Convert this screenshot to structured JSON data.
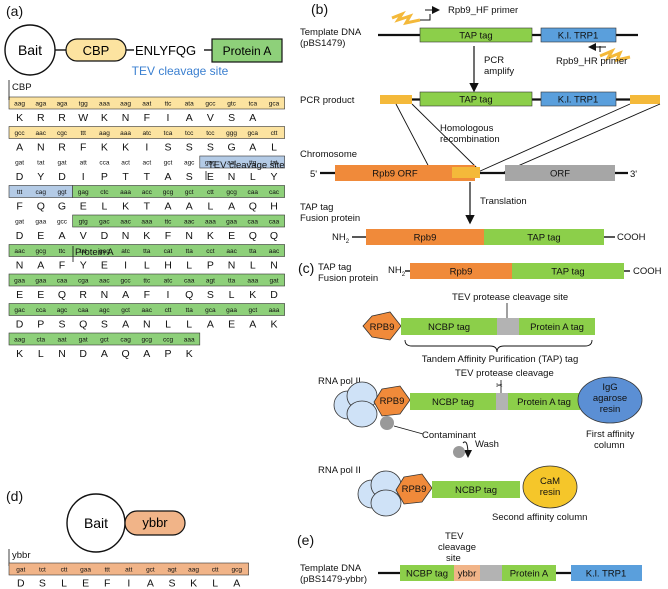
{
  "colors": {
    "cbp": "#fce3a0",
    "protein_a": "#8ed07a",
    "tev_site": "#b4cbe6",
    "tap_tag": "#8ccf4a",
    "kl_trp1": "#5a9fdc",
    "rpb9": "#f08a3a",
    "ybbr": "#f1b488",
    "primer": "#f4b93a",
    "igg": "#5b8fd4",
    "cam": "#f5c62a",
    "rnapol": "#cfe2f7",
    "tev_text": "#3a7fd0"
  },
  "panel_a": {
    "label": "(a)",
    "bait": "Bait",
    "cbp": "CBP",
    "linker": "ENLYFQG",
    "protein_a": "Protein A",
    "tev_caption": "TEV cleavage site",
    "cbp_tag": "CBP",
    "tev_tag": "TEV cleavage site",
    "protein_a_tag": "Protein A",
    "rows": [
      {
        "codons": [
          "aag",
          "aga",
          "aga",
          "tgg",
          "aaa",
          "aag",
          "aat",
          "ttc",
          "ata",
          "gcc",
          "gtc",
          "tca",
          "gca"
        ],
        "aa": [
          "K",
          "R",
          "R",
          "W",
          "K",
          "N",
          "F",
          "I",
          "A",
          "V",
          "S",
          "A"
        ]
      },
      {
        "codons": [
          "gcc",
          "aac",
          "cgc",
          "ttt",
          "aag",
          "aaa",
          "atc",
          "tca",
          "tcc",
          "tcc",
          "ggg",
          "gca",
          "ctt"
        ],
        "aa": [
          "A",
          "N",
          "R",
          "F",
          "K",
          "K",
          "I",
          "S",
          "S",
          "S",
          "G",
          "A",
          "L"
        ]
      },
      {
        "codons": [
          "gat",
          "tat",
          "gat",
          "att",
          "cca",
          "act",
          "act",
          "gct",
          "agc",
          "gag",
          "aat",
          "ttg",
          "tat"
        ],
        "aa": [
          "D",
          "Y",
          "D",
          "I",
          "P",
          "T",
          "T",
          "A",
          "S",
          "E",
          "N",
          "L",
          "Y"
        ]
      },
      {
        "codons": [
          "ttt",
          "cag",
          "ggt",
          "gag",
          "ctc",
          "aaa",
          "acc",
          "gcg",
          "gct",
          "ctt",
          "gcg",
          "caa",
          "cac"
        ],
        "aa": [
          "F",
          "Q",
          "G",
          "E",
          "L",
          "K",
          "T",
          "A",
          "A",
          "L",
          "A",
          "Q",
          "H"
        ]
      },
      {
        "codons": [
          "gat",
          "gaa",
          "gcc",
          "gtg",
          "gac",
          "aac",
          "aaa",
          "ttc",
          "aac",
          "aaa",
          "gaa",
          "caa",
          "caa"
        ],
        "aa": [
          "D",
          "E",
          "A",
          "V",
          "D",
          "N",
          "K",
          "F",
          "N",
          "K",
          "E",
          "Q",
          "Q"
        ]
      },
      {
        "codons": [
          "aac",
          "gcg",
          "ttc",
          "tat",
          "gag",
          "atc",
          "tta",
          "cat",
          "tta",
          "cct",
          "aac",
          "tta",
          "aac"
        ],
        "aa": [
          "N",
          "A",
          "F",
          "Y",
          "E",
          "I",
          "L",
          "H",
          "L",
          "P",
          "N",
          "L",
          "N"
        ]
      },
      {
        "codons": [
          "gaa",
          "gaa",
          "caa",
          "cga",
          "aac",
          "gcc",
          "ttc",
          "atc",
          "caa",
          "agt",
          "tta",
          "aaa",
          "gat"
        ],
        "aa": [
          "E",
          "E",
          "Q",
          "R",
          "N",
          "A",
          "F",
          "I",
          "Q",
          "S",
          "L",
          "K",
          "D"
        ]
      },
      {
        "codons": [
          "gac",
          "cca",
          "agc",
          "caa",
          "agc",
          "gct",
          "aac",
          "ctt",
          "tta",
          "gca",
          "gaa",
          "gct",
          "aaa"
        ],
        "aa": [
          "D",
          "P",
          "S",
          "Q",
          "S",
          "A",
          "N",
          "L",
          "L",
          "A",
          "E",
          "A",
          "K"
        ]
      },
      {
        "codons": [
          "aag",
          "cta",
          "aat",
          "gat",
          "gct",
          "cag",
          "gcg",
          "ccg",
          "aaa"
        ],
        "aa": [
          "K",
          "L",
          "N",
          "D",
          "A",
          "Q",
          "A",
          "P",
          "K"
        ]
      }
    ]
  },
  "panel_b": {
    "label": "(b)",
    "template_line1": "Template DNA",
    "template_line2": "(pBS1479)",
    "tap_tag": "TAP tag",
    "kl_trp1": "K.l. TRP1",
    "primer_hf": "Rpb9_HF primer",
    "primer_hr": "Rpb9_HR primer",
    "pcr_line1": "PCR",
    "pcr_line2": "amplify",
    "pcr_product": "PCR product",
    "homologous_line1": "Homologous",
    "homologous_line2": "recombination",
    "chromosome": "Chromosome",
    "five_prime": "5'",
    "three_prime": "3'",
    "rpb9_orf": "Rpb9 ORF",
    "orf": "ORF",
    "translation": "Translation",
    "fusion_line1": "TAP tag",
    "fusion_line2": "Fusion protein",
    "nh2": "NH",
    "nh2_sub": "2",
    "rpb9": "Rpb9",
    "cooh": "COOH"
  },
  "panel_c": {
    "label": "(c)",
    "fusion_line1": "TAP tag",
    "fusion_line2": "Fusion protein",
    "nh2": "NH",
    "nh2_sub": "2",
    "rpb9": "Rpb9",
    "tap_tag": "TAP tag",
    "cooh": "COOH",
    "tev_protease_site": "TEV protease cleavage site",
    "rpb9_upper": "RPB9",
    "ncbp_tag": "NCBP tag",
    "protein_a_tag": "Protein A tag",
    "tap_caption": "Tandem Affinity Purification (TAP) tag",
    "rna_pol": "RNA pol II",
    "tev_protease_cleavage": "TEV protease cleavage",
    "igg_line1": "IgG",
    "igg_line2": "agarose",
    "igg_line3": "resin",
    "first_affinity_line1": "First affinity",
    "first_affinity_line2": "column",
    "contaminant": "Contaminant",
    "wash": "Wash",
    "rna_pol2": "RNA pol II",
    "cam_line1": "CaM",
    "cam_line2": "resin",
    "second_affinity": "Second affinity column"
  },
  "panel_d": {
    "label": "(d)",
    "bait": "Bait",
    "ybbr": "ybbr",
    "ybbr_tag": "ybbr",
    "codons": [
      "gat",
      "tct",
      "ctt",
      "gaa",
      "ttt",
      "att",
      "gct",
      "agt",
      "aag",
      "ctt",
      "gcg"
    ],
    "aa": [
      "D",
      "S",
      "L",
      "E",
      "F",
      "I",
      "A",
      "S",
      "K",
      "L",
      "A"
    ]
  },
  "panel_e": {
    "label": "(e)",
    "template_line1": "Template DNA",
    "template_line2": "(pBS1479-ybbr)",
    "tev_line1": "TEV",
    "tev_line2": "cleavage",
    "tev_line3": "site",
    "ncbp_tag": "NCBP tag",
    "ybbr": "ybbr",
    "protein_a": "Protein A",
    "kl_trp1": "K.l. TRP1"
  }
}
